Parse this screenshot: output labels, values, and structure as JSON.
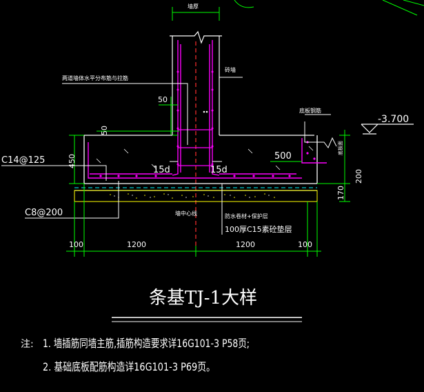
{
  "drawing": {
    "title": "条基TJ-1大样",
    "top_label": "墙厚",
    "wall_label": "砖墙",
    "wall_rebar_note": "两道墙体水平分布筋与拉筋",
    "dim_50_a": "50",
    "dim_50_b": "50",
    "dim_450": "450",
    "anchor_left": "15d",
    "anchor_right": "15d",
    "rebar_top": "C14@125",
    "rebar_bottom": "C8@200",
    "dim_500": "500",
    "slab_label": "底板钢筋",
    "slab_side_label": "底板面",
    "elevation": "-3.700",
    "dim_200": "200",
    "dim_170": "170",
    "axis_label": "墙中心线",
    "waterproof_label": "防水卷材+保护层",
    "cushion_label": "100厚C15素砼垫层",
    "dims_bottom": [
      "100",
      "1200",
      "1200",
      "100"
    ]
  },
  "notes": {
    "prefix": "注:",
    "line1": "1. 墙插筋同墙主筋,插筋构造要求详16G101-3 P58页;",
    "line2": "2. 基础底板配筋构造详16G101-3 P69页。"
  },
  "colors": {
    "background": "#000000",
    "outline": "#ffffff",
    "rebar": "#ff00ff",
    "dimension": "#00ff00",
    "leader": "#ffffff",
    "cushion": "#ffff00",
    "waterproof": "#00ffff"
  }
}
